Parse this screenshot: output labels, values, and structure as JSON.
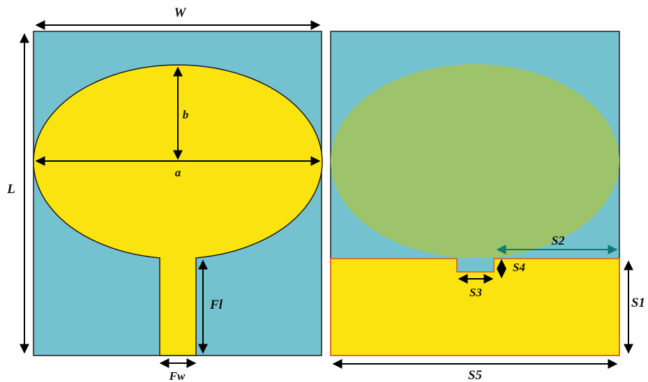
{
  "colors": {
    "substrate": "#74c2d0",
    "metal": "#fbe30f",
    "ground_through": "#9dc46b",
    "outline": "#1a1a1a",
    "dimension": "#000000",
    "teal_dimension": "#127a72",
    "notch_edge": "#d2691e"
  },
  "labels": {
    "width": "W",
    "length": "L",
    "minor_axis": "b",
    "major_axis": "a",
    "feed_length": "Fl",
    "feed_width": "Fw",
    "s1": "S1",
    "s2": "S2",
    "s3": "S3",
    "s4": "S4",
    "s5": "S5"
  }
}
